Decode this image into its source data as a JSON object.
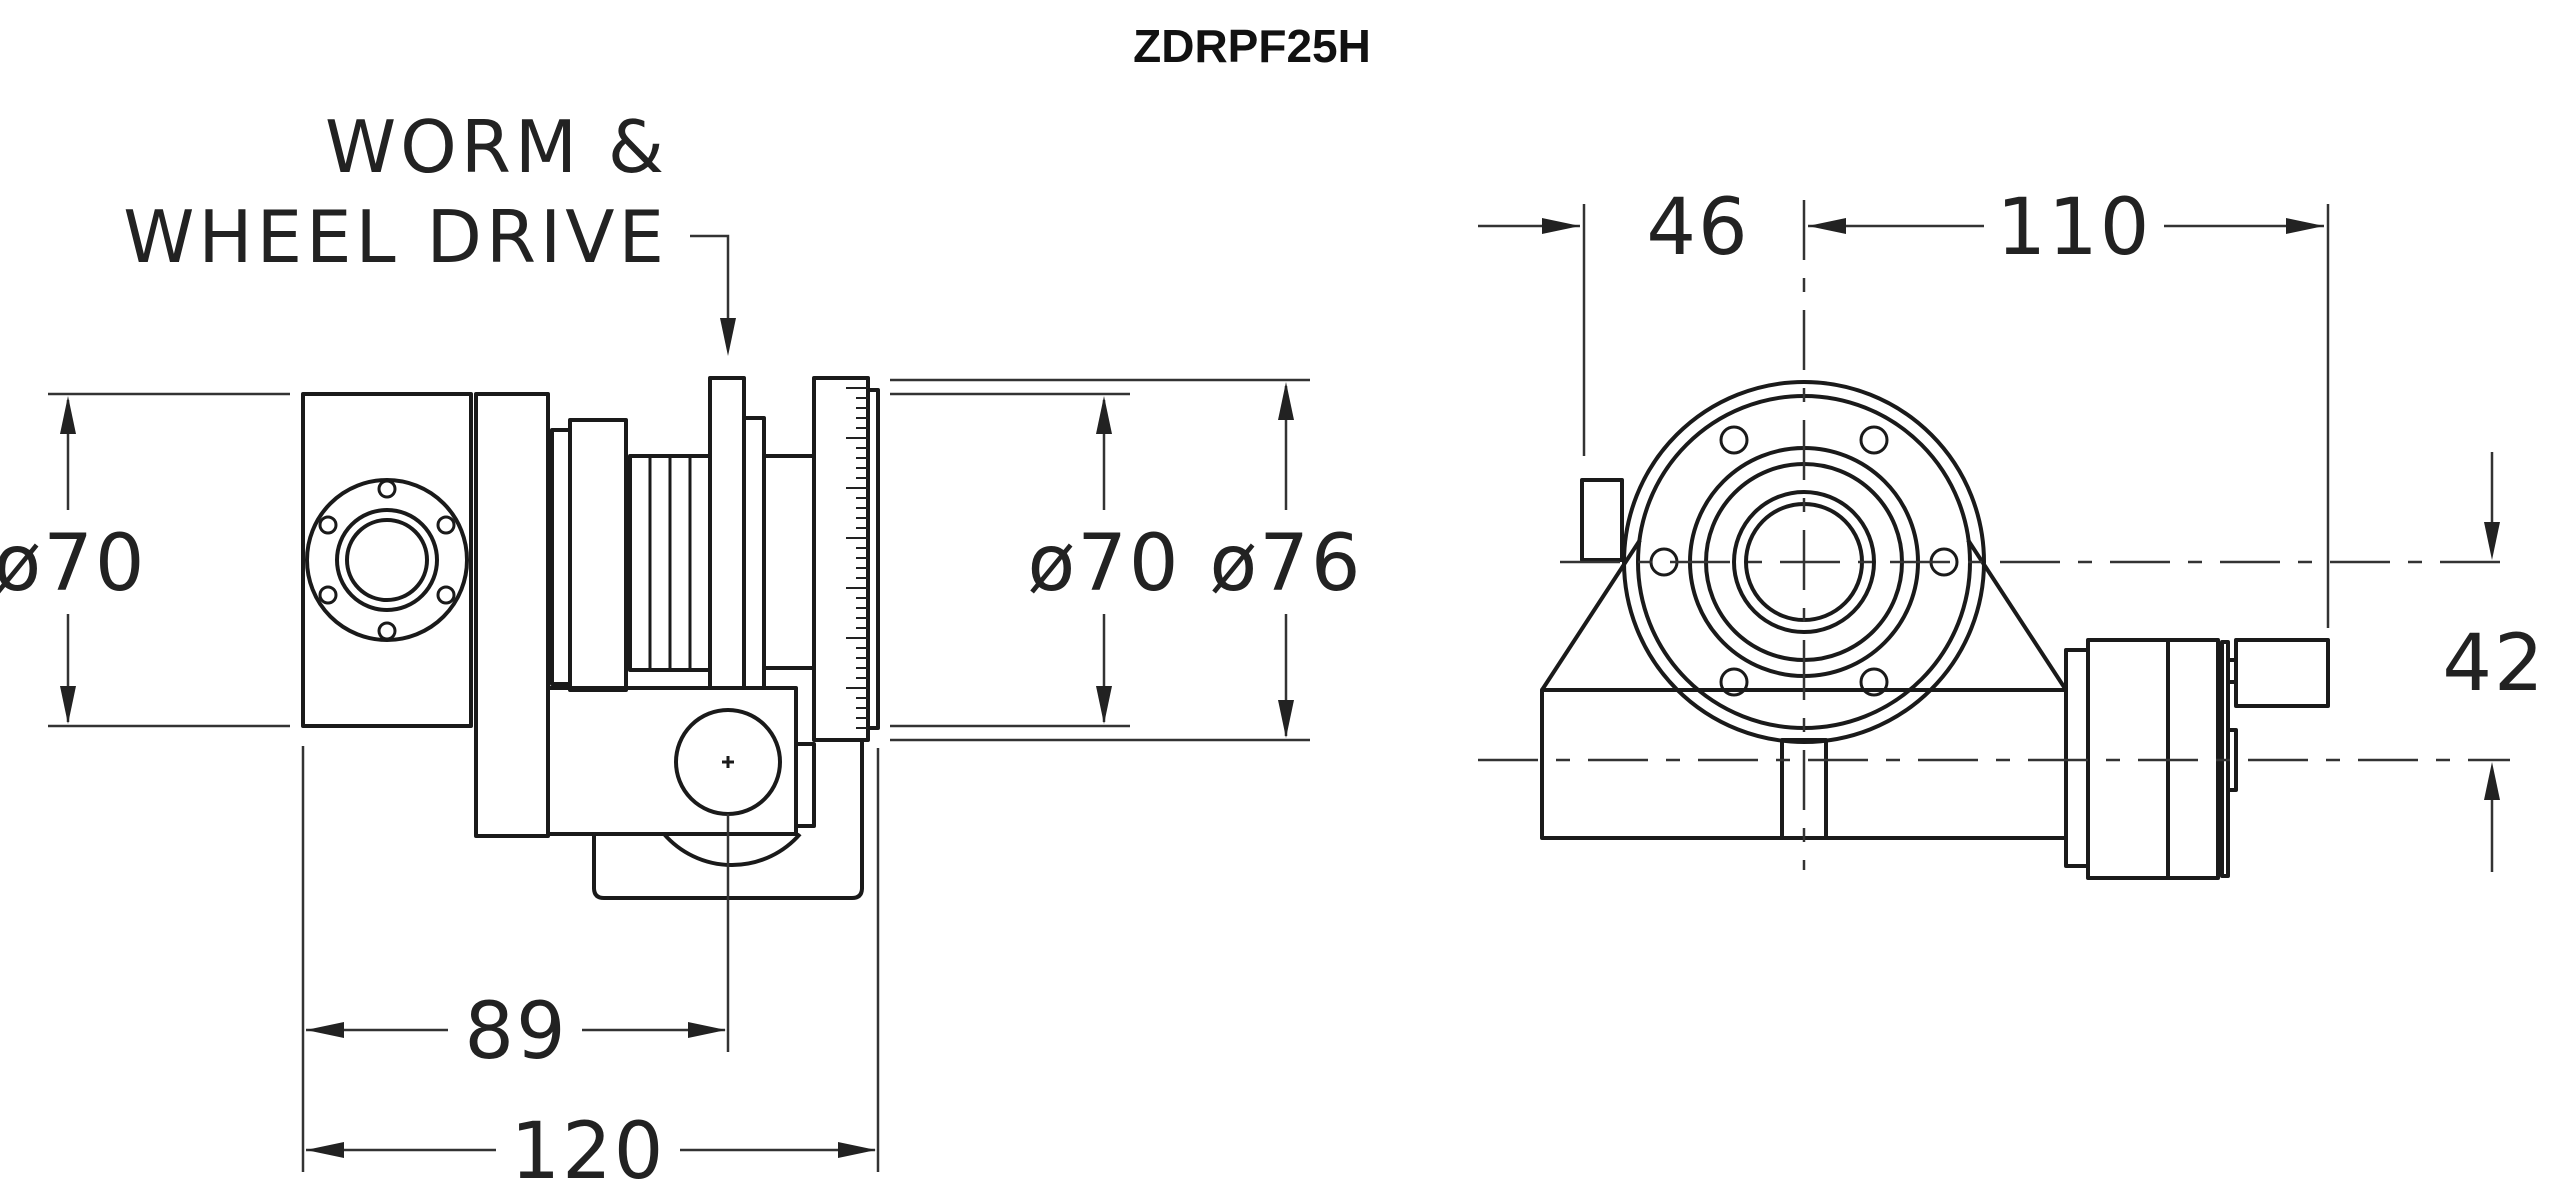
{
  "title": "ZDRPF25H",
  "front_view": {
    "note_line1": "WORM &",
    "note_line2": "WHEEL DRIVE",
    "dim_left_diameter": "ø70",
    "dim_inner_diameter": "ø70",
    "dim_outer_diameter": "ø76",
    "dim_89": "89",
    "dim_120": "120"
  },
  "side_view": {
    "dim_46": "46",
    "dim_110": "110",
    "dim_42": "42"
  }
}
